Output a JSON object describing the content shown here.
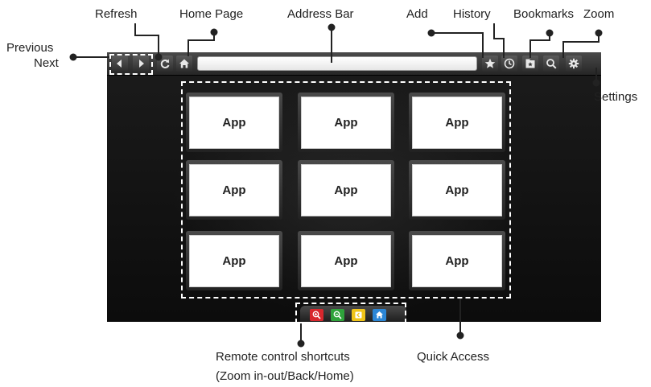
{
  "labels": {
    "refresh": "Refresh",
    "home_page": "Home Page",
    "address_bar": "Address Bar",
    "add": "Add",
    "history": "History",
    "bookmarks": "Bookmarks",
    "zoom": "Zoom",
    "previous": "Previous",
    "next": "Next",
    "settings": "Settings",
    "remote_line1": "Remote control shortcuts",
    "remote_line2": "(Zoom in-out/Back/Home)",
    "quick_access": "Quick Access"
  },
  "browser": {
    "address_value": "",
    "apps": [
      "App",
      "App",
      "App",
      "App",
      "App",
      "App",
      "App",
      "App",
      "App"
    ]
  },
  "toolbar_icons": [
    "arrow-left-icon",
    "arrow-right-icon",
    "refresh-icon",
    "home-icon",
    "star-icon",
    "clock-icon",
    "bookmark-folder-icon",
    "magnifier-icon",
    "gear-icon"
  ],
  "remote_icons": [
    "zoom-in-icon",
    "zoom-out-icon",
    "back-icon",
    "home-icon"
  ],
  "colors": {
    "zoom_in": "#d8272d",
    "zoom_out": "#2fa33b",
    "back": "#f0c419",
    "home": "#2b86d6"
  }
}
